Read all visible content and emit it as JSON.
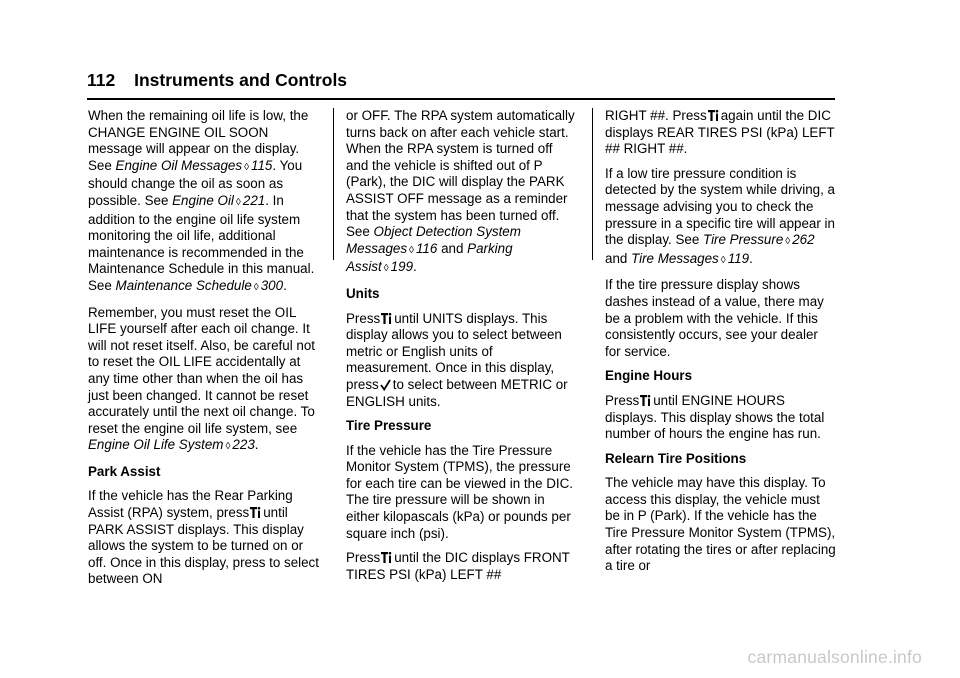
{
  "header": {
    "page_number": "112",
    "title": "Instruments and Controls"
  },
  "icons": {
    "arrow_glyph": "◊",
    "trip_button": "vehicle-info-button-icon",
    "select_button": "checkmark-icon"
  },
  "col1": {
    "p1": {
      "a": "When the remaining oil life is low, the CHANGE ENGINE OIL SOON message will appear on the display. See ",
      "ref1": "Engine Oil Messages",
      "pg1": "115",
      "b": ". You should change the oil as soon as possible. See ",
      "ref2": "Engine Oil",
      "pg2": "221",
      "c": ". In addition to the engine oil life system monitoring the oil life, additional maintenance is recommended in the Maintenance Schedule in this manual. See ",
      "ref3": "Maintenance Schedule",
      "pg3": "300",
      "d": "."
    },
    "p2": {
      "a": "Remember, you must reset the OIL LIFE yourself after each oil change. It will not reset itself. Also, be careful not to reset the OIL LIFE accidentally at any time other than when the oil has just been changed. It cannot be reset accurately until the next oil change. To reset the engine oil life system, see ",
      "ref": "Engine Oil Life System",
      "pg": "223",
      "b": "."
    },
    "h1": "Park Assist",
    "p3": {
      "a": "If the vehicle has the Rear Parking Assist (RPA) system, press",
      "b": "until PARK ASSIST displays. This display allows the system to be turned on or off. Once in this display, press to select between ON"
    }
  },
  "col2": {
    "p1": {
      "a": "or OFF. The RPA system automatically turns back on after each vehicle start. When the RPA system is turned off and the vehicle is shifted out of P (Park), the DIC will display the PARK ASSIST OFF message as a reminder that the system has been turned off. See ",
      "ref1": "Object Detection System Messages",
      "pg1": "116",
      "and": " and ",
      "ref2": "Parking Assist",
      "pg2": "199",
      "b": "."
    },
    "h1": "Units",
    "p2": {
      "a": "Press",
      "b": "until UNITS displays. This display allows you to select between metric or English units of measurement. Once in this display, press",
      "c": "to select between METRIC or ENGLISH units."
    },
    "h2": "Tire Pressure",
    "p3": "If the vehicle has the Tire Pressure Monitor System (TPMS), the pressure for each tire can be viewed in the DIC. The tire pressure will be shown in either kilopascals (kPa) or pounds per square inch (psi).",
    "p4": {
      "a": "Press",
      "b": "until the DIC displays FRONT TIRES PSI (kPa) LEFT ##"
    }
  },
  "col3": {
    "p1": {
      "a": "RIGHT ##. Press",
      "b": "again until the DIC displays REAR TIRES PSI (kPa) LEFT ## RIGHT ##."
    },
    "p2": {
      "a": "If a low tire pressure condition is detected by the system while driving, a message advising you to check the pressure in a specific tire will appear in the display. See ",
      "ref1": "Tire Pressure",
      "pg1": "262",
      "and": " and ",
      "ref2": "Tire Messages",
      "pg2": "119",
      "b": "."
    },
    "p3": "If the tire pressure display shows dashes instead of a value, there may be a problem with the vehicle. If this consistently occurs, see your dealer for service.",
    "h1": "Engine Hours",
    "p4": {
      "a": "Press",
      "b": "until ENGINE HOURS displays. This display shows the total number of hours the engine has run."
    },
    "h2": "Relearn Tire Positions",
    "p5": "The vehicle may have this display. To access this display, the vehicle must be in P (Park). If the vehicle has the Tire Pressure Monitor System (TPMS), after rotating the tires or after replacing a tire or"
  },
  "watermark": "carmanualsonline.info"
}
